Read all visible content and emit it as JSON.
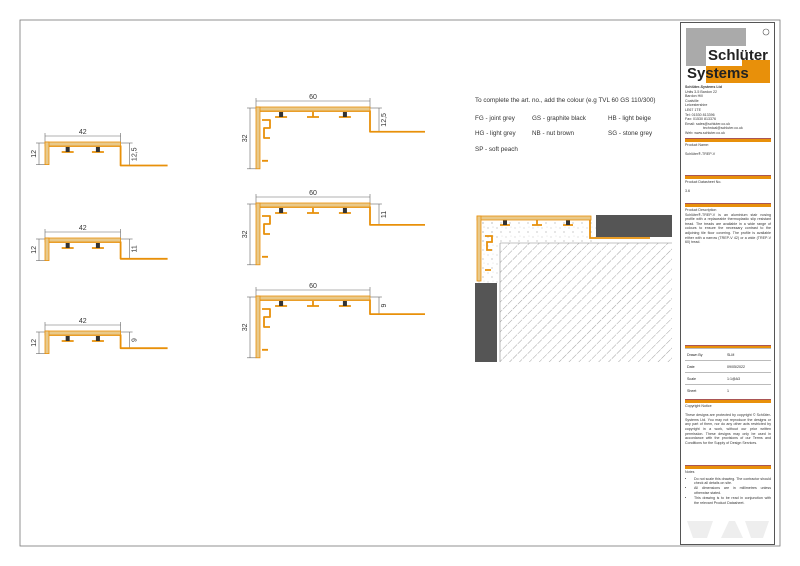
{
  "colour_note": {
    "intro": "To complete the art. no., add the colour (e.g TVL 60 GS 110/300)",
    "colours": [
      {
        "code_label": "FG - joint grey"
      },
      {
        "code_label": "GS - graphite black"
      },
      {
        "code_label": "HB - light beige"
      },
      {
        "code_label": "HG - light grey"
      },
      {
        "code_label": "NB - nut brown"
      },
      {
        "code_label": "SG - stone grey"
      },
      {
        "code_label": "SP - soft peach"
      }
    ]
  },
  "profiles": [
    {
      "width": "42",
      "height": "12",
      "step": "12,5"
    },
    {
      "width": "42",
      "height": "12",
      "step": "11"
    },
    {
      "width": "42",
      "height": "12",
      "step": "9"
    },
    {
      "width": "60",
      "height": "32",
      "step": "12,5"
    },
    {
      "width": "60",
      "height": "32",
      "step": "11"
    },
    {
      "width": "60",
      "height": "32",
      "step": "9"
    }
  ],
  "colors": {
    "profile": "#e8900a",
    "tread": "#e9c98a",
    "tile": "#555555",
    "accent": "#e8900a"
  },
  "title_block": {
    "logo_top": "Schlüter",
    "logo_bottom": "Systems",
    "company": "Schlüter-Systems Ltd",
    "address": [
      "Units 3-5 Bardon 22",
      "Bardon Hill",
      "Coalville",
      "Leicestershire",
      "LE67 1TE"
    ],
    "tel": "Tel:   01530 813396",
    "fax": "Fax:   01530 813376",
    "email": "Email: sales@schluter.co.uk",
    "email2": "technical@schluter.co.uk",
    "web": "Web:  www.schluter.co.uk",
    "product_name_label": "Product Name:",
    "product_name": "Schlüter®-TREP-V",
    "datasheet_label": "Product Datasheet No.",
    "datasheet": "3.6",
    "description_label": "Product Description",
    "description": "Schlüter®-TREP-V is an aluminium stair nosing profile with a replaceable thermoplastic slip resistant tread. The treads are available in a wide range of colours to ensure the necessary contrast to the adjoining tile floor covering. The profile is available either with a narrow (TREP-V 42) or a wide (TREP-V 60) tread.",
    "drawn_by_label": "Drawn By",
    "drawn_by": "SLM",
    "date_label": "Date",
    "date": "09/05/2022",
    "scale_label": "Scale",
    "scale": "1:1@A3",
    "sheet_label": "Sheet",
    "sheet": "1",
    "copyright_label": "Copyright Notice",
    "copyright": "These designs are protected by copyright © Schlüter-Systems Ltd. You may not reproduce the designs or any part of them, nor do any other acts restricted by copyright in a work, without our prior written permission. These designs may only be used in accordance with the provisions of our Terms and Conditions for the Supply of Design Services.",
    "notes_label": "Notes",
    "notes": [
      "Do not scale this drawing. The contractor should check all details on site.",
      "All dimensions are in millimetres unless otherwise stated.",
      "This drawing is to be read in conjunction with the relevant Product Datasheet."
    ]
  }
}
